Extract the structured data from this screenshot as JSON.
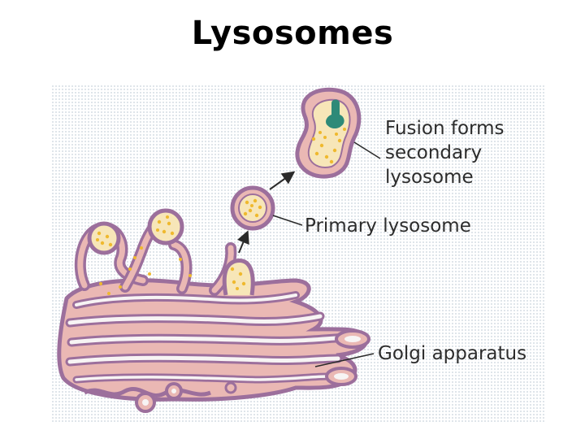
{
  "title": "Lysosomes",
  "labels": {
    "fusion": [
      "Fusion forms",
      "secondary",
      "lysosome"
    ],
    "primary": "Primary lysosome",
    "golgi": "Golgi apparatus"
  },
  "colors": {
    "membrane": "#9c6f9c",
    "cisterna_fill": "#eab8b4",
    "lumen": "#f7f4f4",
    "enzyme_dot": "#efb92e",
    "vesicle_fill": "#f7e6b8",
    "ingested_particle": "#2e8a78",
    "arrow": "#2a2a2a",
    "background_pattern": "#e3e8ec"
  }
}
